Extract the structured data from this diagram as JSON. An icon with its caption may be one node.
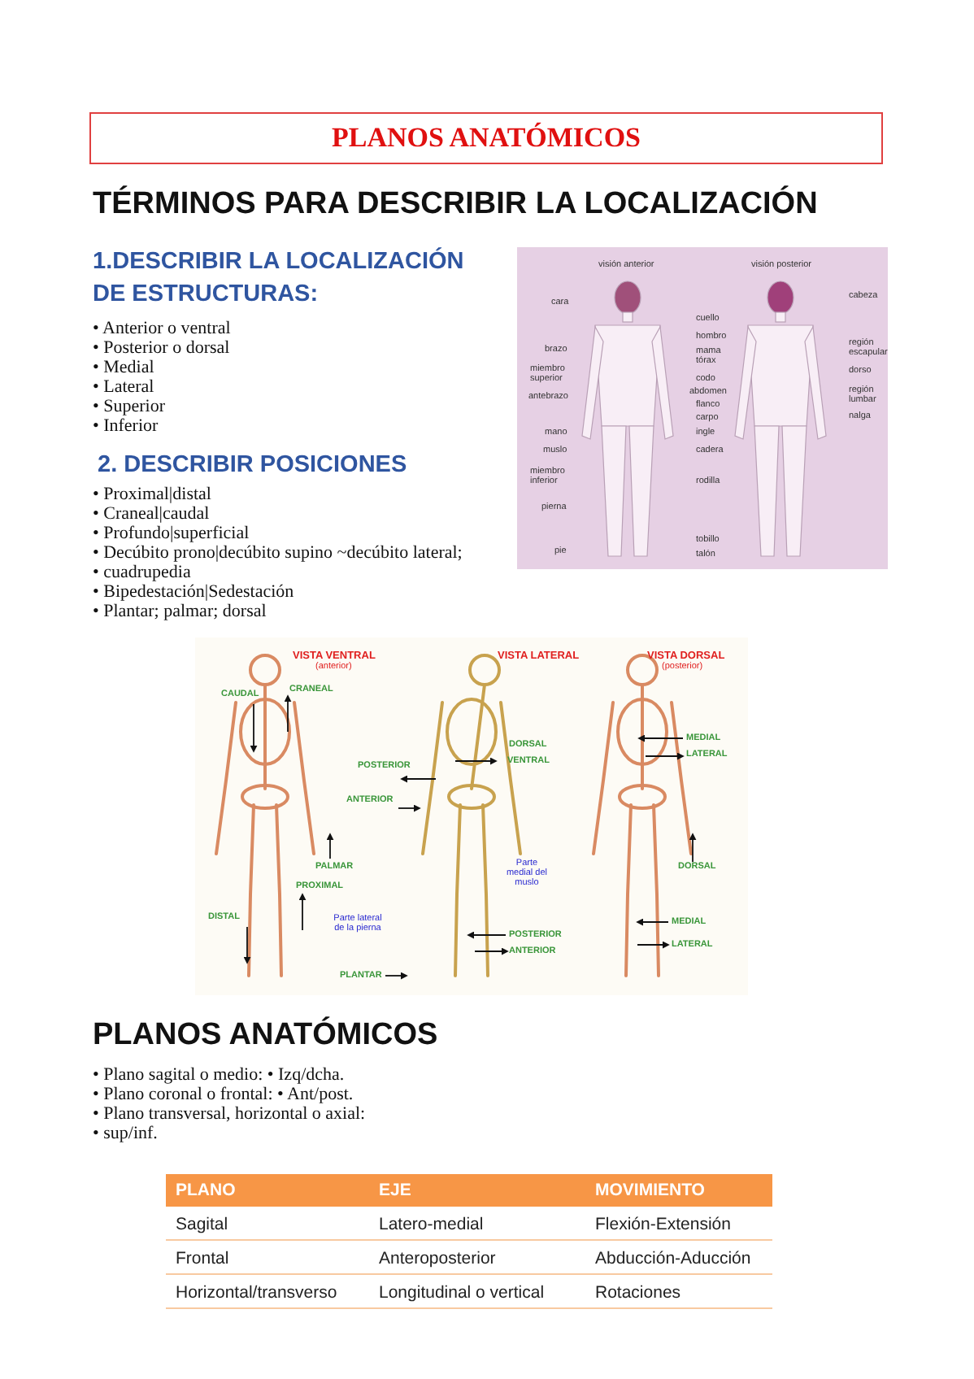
{
  "diagram": {
    "title": "PLANOS ANATÓMICOS",
    "labels": [
      "TÉRMINOS PARA DESCRIBIR LA LOCALIZACIÓN",
      "1.DESCRIBIR LA LOCALIZACIÓN DE ESTRUCTURAS:",
      "• Anterior o ventral",
      "• Posterior o dorsal",
      "• Medial",
      "• Lateral",
      "• Superior",
      "• Inferior",
      "visión anterior",
      "visión posterior",
      "cara",
      "cuello",
      "cabeza",
      "hombro",
      "brazo",
      "mama",
      "región escapular",
      "tórax",
      "miembro superior",
      "dorso",
      "antebrazo",
      "codo",
      "abdomen",
      "región lumbar",
      "flanco",
      "carpo",
      "nalga",
      "mano",
      "ingle",
      "muslo",
      "cadera",
      "miembro inferior",
      "rodilla",
      "pierna",
      "tobillo",
      "pie",
      "talón",
      "2. DESCRIBIR POSICIONES",
      "• Proximal|distal",
      "• Craneal|caudal",
      "• Profundo|superficial",
      "• Decúbito prono|decúbito supino ~decúbito lateral;",
      "• cuadrupedia",
      "• Bipedestación|Sedestación",
      "• Plantar; palmar; dorsal",
      "VISTA VENTRAL",
      "(anterior)",
      "VISTA LATERAL",
      "VISTA DORSAL",
      "(posterior)",
      "CAUDAL",
      "CRANEAL",
      "DORSAL",
      "MEDIAL",
      "POSTERIOR",
      "VENTRAL",
      "LATERAL",
      "ANTERIOR",
      "PALMAR",
      "Parte medial del muslo",
      "PROXIMAL",
      "DORSAL",
      "DISTAL",
      "Parte lateral de la pierna",
      "MEDIAL",
      "POSTERIOR",
      "LATERAL",
      "ANTERIOR",
      "PLANTAR",
      "PLANOS ANATÓMICOS",
      "• Plano sagital o medio: • Izq/dcha.",
      "• Plano coronal o frontal: • Ant/post.",
      "• Plano transversal, horizontal o axial:",
      "• sup/inf.",
      "PLANO",
      "EJE",
      "MOVIMIENTO",
      "Sagital",
      "Latero-medial",
      "Flexión-Extensión",
      "Frontal",
      "Anteroposterior",
      "Abducción-Aducción",
      "Horizontal/transverso",
      "Longitudinal o vertical",
      "Rotaciones"
    ]
  }
}
